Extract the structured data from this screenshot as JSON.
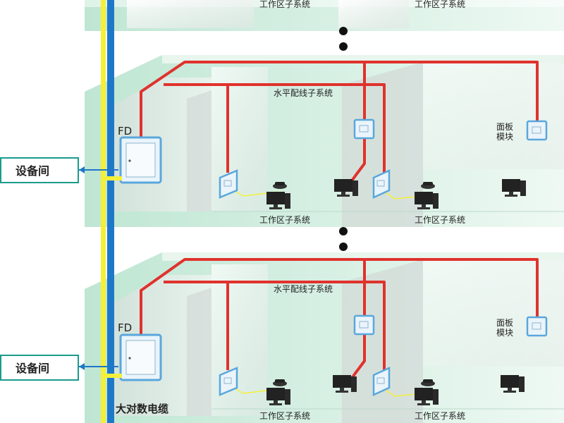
{
  "labels": {
    "work_area": "工作区子系统",
    "horizontal": "水平配线子系统",
    "fd": "FD",
    "panel_line1": "面板",
    "panel_line2": "模块",
    "equipment_room": "设备间",
    "backbone_cable": "大对数电缆"
  },
  "colors": {
    "cable_red": "#e0322d",
    "backbone_blue": "#1e78c8",
    "backbone_yellow": "#f4f03a",
    "floor_green": "#cfeee0",
    "wall_gray": "#e6ebe9",
    "box_border": "#5aa7dc",
    "box_fill": "#eaf4fb"
  },
  "icons": [
    "computer-icon",
    "phone-icon",
    "wall-outlet-icon",
    "fd-cabinet-icon",
    "ellipsis-dot-icon"
  ]
}
